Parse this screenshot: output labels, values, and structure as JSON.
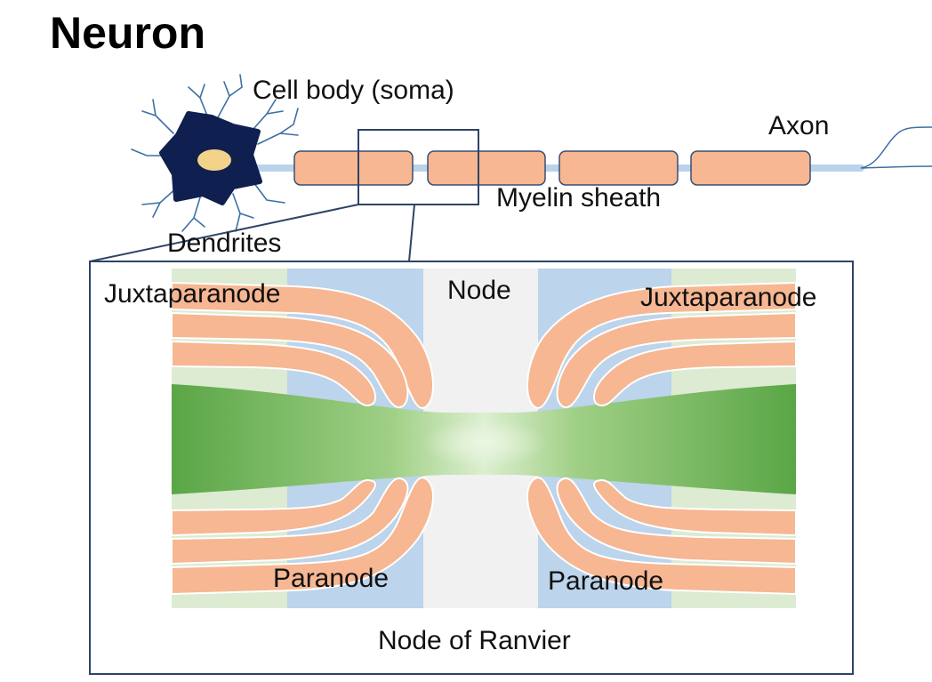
{
  "title": "Neuron",
  "labels": {
    "cell_body": "Cell body (soma)",
    "axon": "Axon",
    "myelin_sheath": "Myelin sheath",
    "dendrites": "Dendrites",
    "juxtaparanode_left": "Juxtaparanode",
    "juxtaparanode_right": "Juxtaparanode",
    "node": "Node",
    "paranode_left": "Paranode",
    "paranode_right": "Paranode",
    "node_of_ranvier": "Node of Ranvier"
  },
  "colors": {
    "soma": "#0f1f4f",
    "nucleus": "#f3d28a",
    "axon": "#b9d3ea",
    "myelin": "#f6b792",
    "myelin_stroke": "#3a4e72",
    "box_stroke": "#2d4466",
    "axon_core": "#5aa646",
    "juxta_region": "#bcd4ec",
    "outer_region": "#dcebd2",
    "node_region": "#f1f1f1",
    "dendrite": "#3f6fa5"
  }
}
